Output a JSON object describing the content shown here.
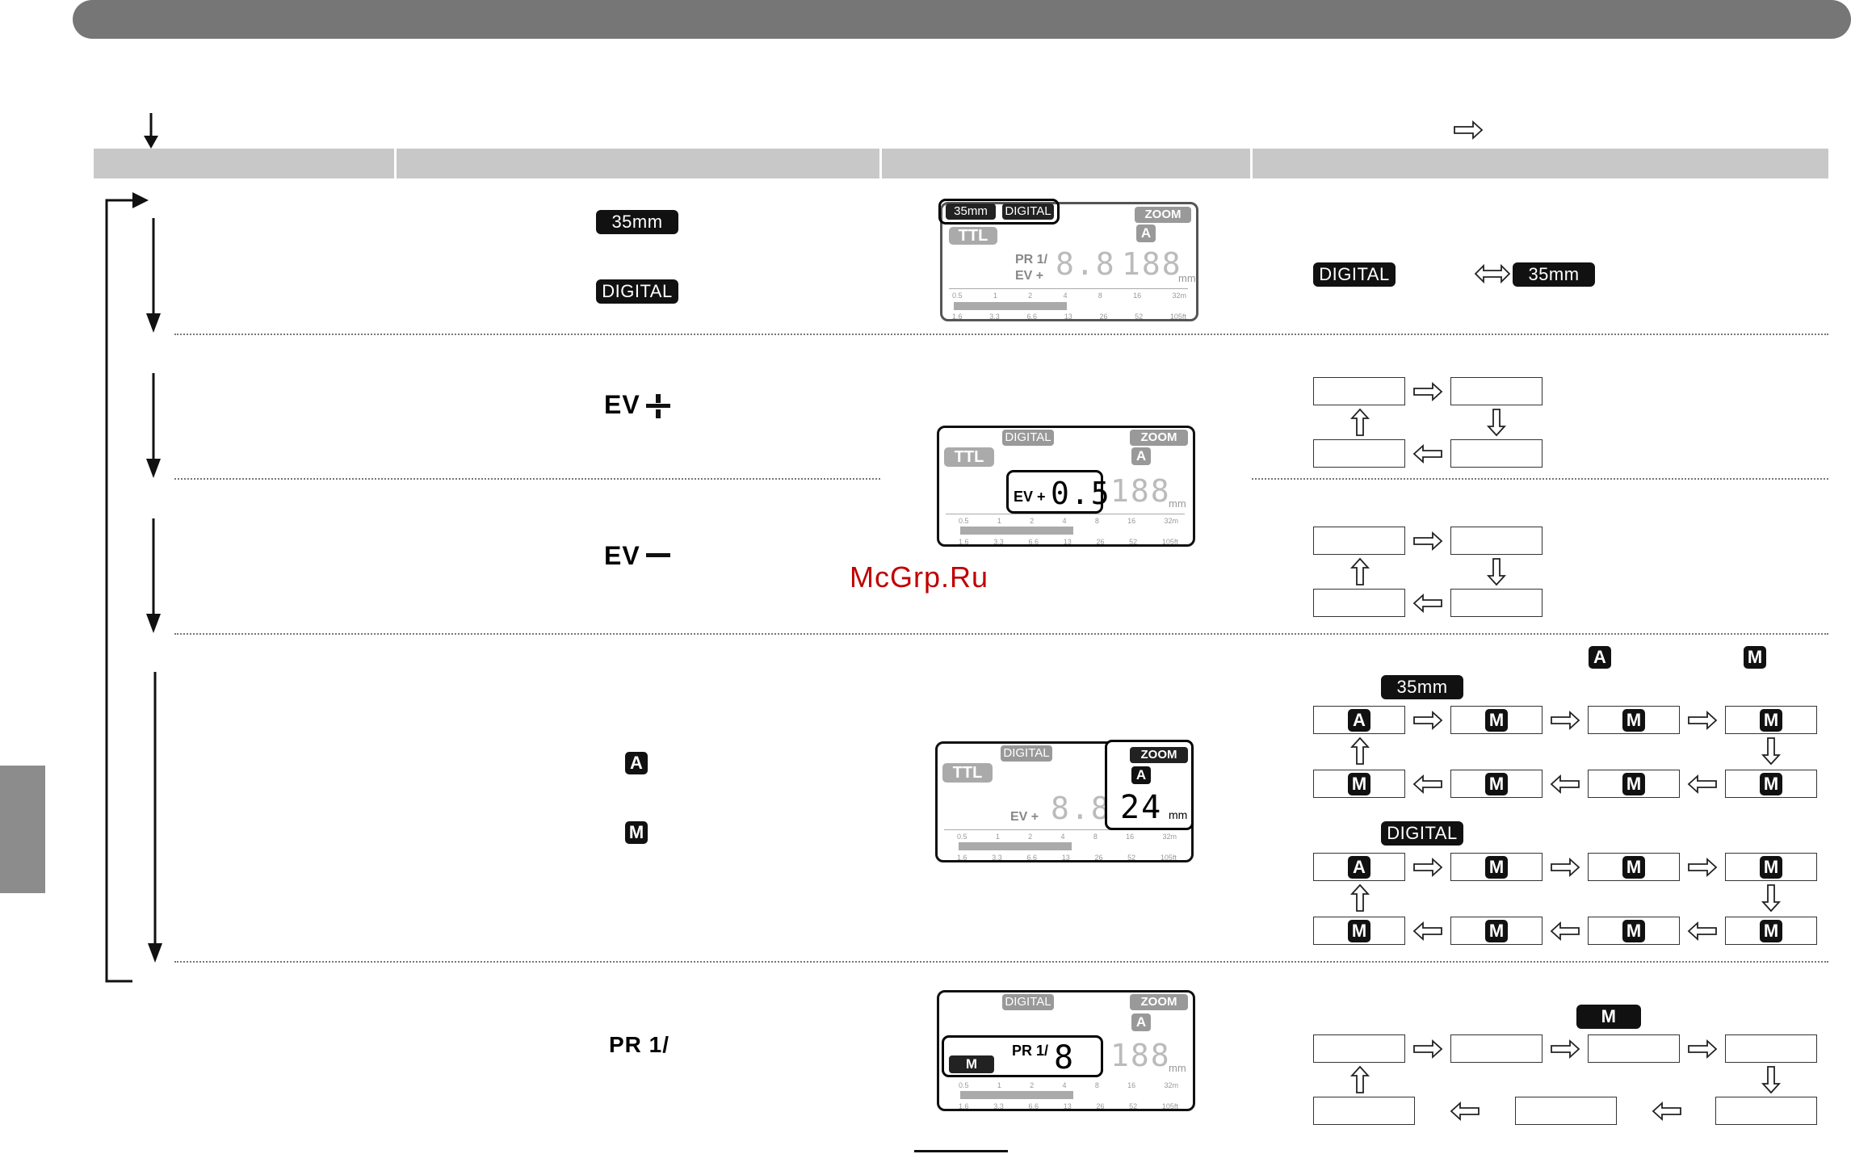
{
  "watermark": "McGrp.Ru",
  "badges": {
    "mm35": "35mm",
    "digital": "DIGITAL",
    "a": "A",
    "m": "M"
  },
  "rows": {
    "format_label_35mm": "35mm",
    "format_label_digital": "DIGITAL",
    "ev_plus_label": "EV",
    "ev_minus_label": "EV",
    "mode_a": "A",
    "mode_m": "M",
    "pr_label": "PR 1/"
  },
  "lcd": {
    "zoom": "ZOOM",
    "ttl": "TTL",
    "digital": "DIGITAL",
    "mm35": "35mm",
    "a": "A",
    "m": "M",
    "pr": "PR",
    "ev": "EV",
    "one_slash": "1/",
    "plus": "+",
    "seg_88": "8.8",
    "seg_188": "188",
    "seg_05": "0.5",
    "seg_24": "24",
    "seg_8": "8",
    "mm": "mm",
    "scale_m": [
      "0.5",
      "1",
      "2",
      "4",
      "8",
      "16",
      "32m"
    ],
    "scale_ft": [
      "1.6",
      "3.3",
      "6.6",
      "13",
      "26",
      "52",
      "105ft"
    ]
  }
}
